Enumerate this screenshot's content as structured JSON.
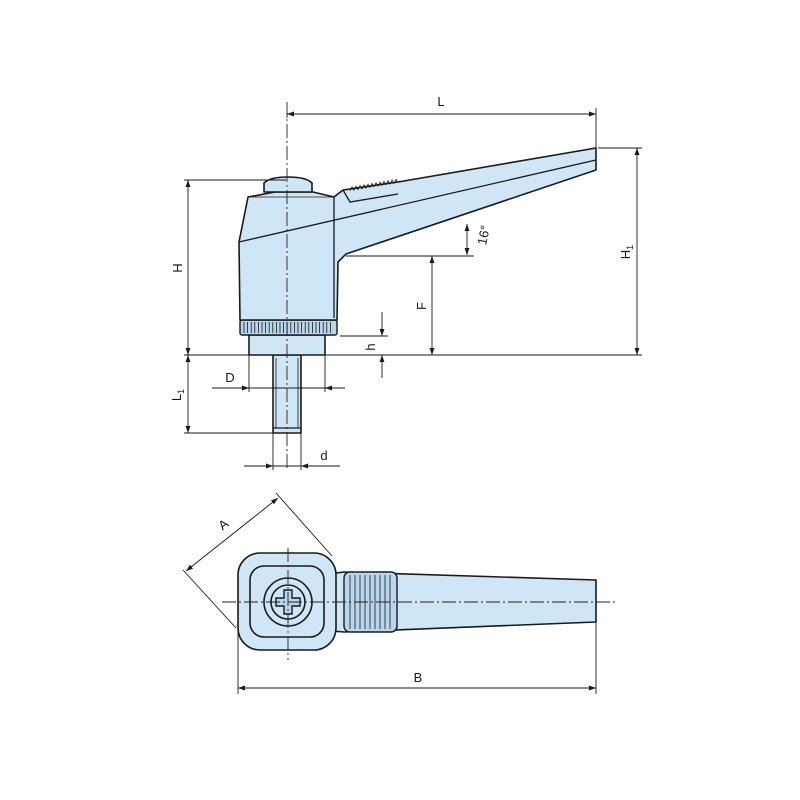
{
  "dimensions": {
    "L": "L",
    "H": "H",
    "H1": {
      "main": "H",
      "sub": "1"
    },
    "F": "F",
    "h": "h",
    "L1": {
      "main": "L",
      "sub": "1"
    },
    "D": "D",
    "d": "d",
    "angle": "16°",
    "A": "A",
    "B": "B"
  },
  "colors": {
    "part_fill": "#cfe6f6",
    "outline": "#1a1a1a"
  }
}
